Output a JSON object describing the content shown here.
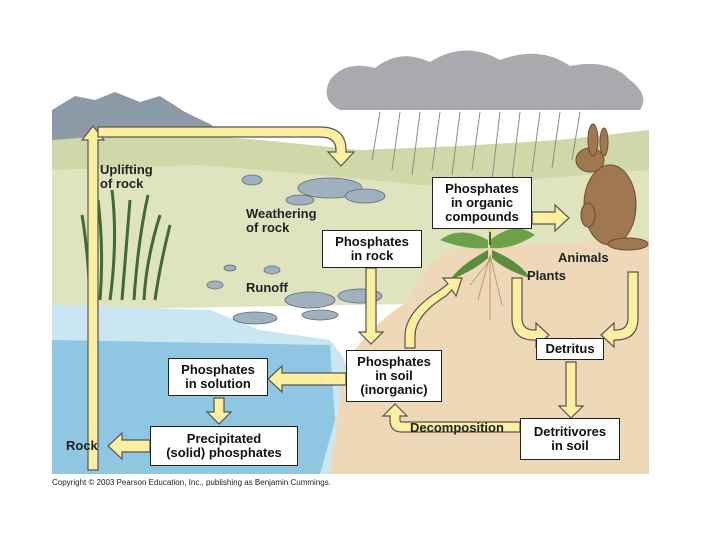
{
  "diagram": {
    "boxes": {
      "phosphates_rock": "Phosphates\nin rock",
      "phosphates_organic": "Phosphates\nin organic\ncompounds",
      "phosphates_solution": "Phosphates\nin solution",
      "phosphates_soil": "Phosphates\nin soil\n(inorganic)",
      "precipitated": "Precipitated\n(solid) phosphates",
      "detritus": "Detritus",
      "detritivores": "Detritivores\nin soil"
    },
    "labels": {
      "uplifting": "Uplifting\nof rock",
      "weathering": "Weathering\nof rock",
      "runoff": "Runoff",
      "animals": "Animals",
      "plants": "Plants",
      "rock": "Rock",
      "decomposition": "Decomposition"
    },
    "copyright": "Copyright © 2003 Pearson Education, Inc., publishing as Benjamin Cummings."
  }
}
